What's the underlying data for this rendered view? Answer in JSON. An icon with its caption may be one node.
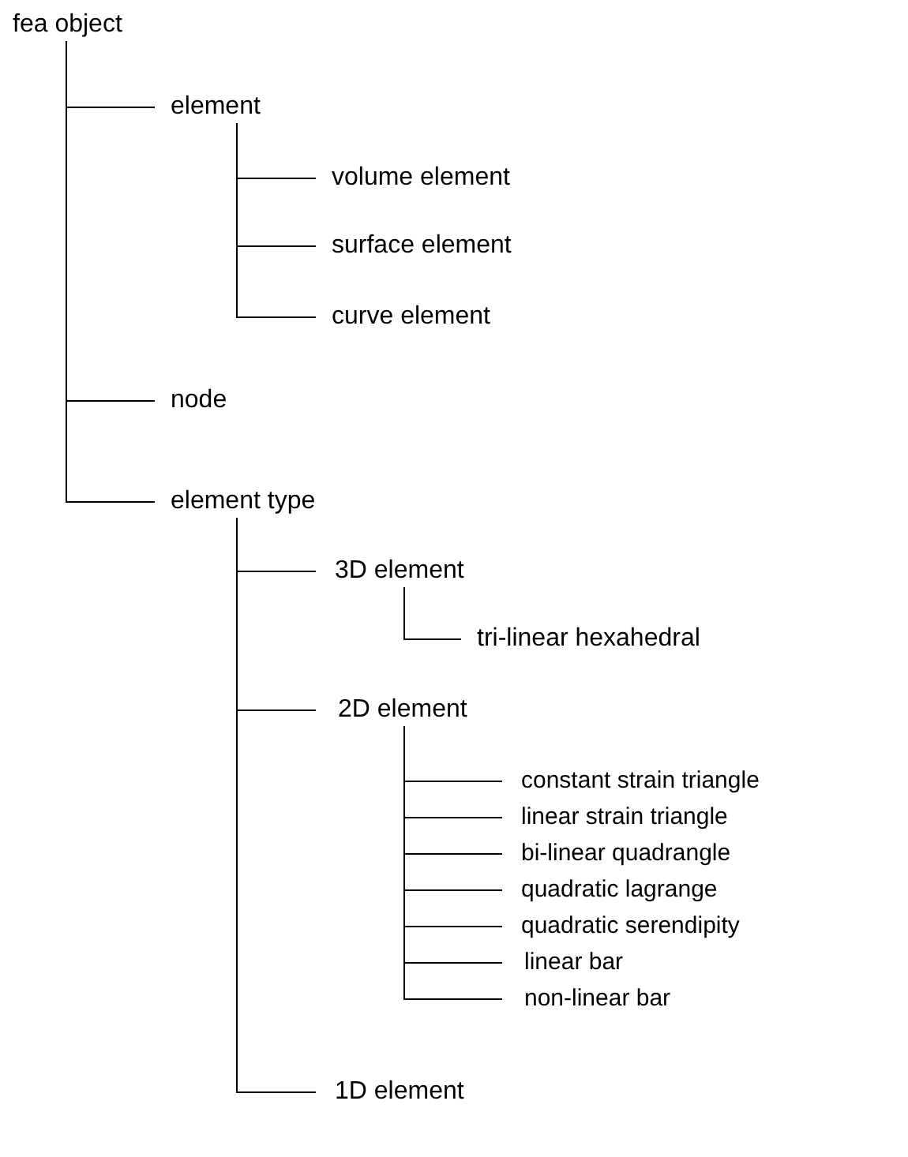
{
  "diagram": {
    "nodes": [
      {
        "text": [
          "fea object"
        ]
      },
      {
        "text": [
          "element"
        ]
      },
      {
        "text": [
          "volume element"
        ]
      },
      {
        "text": [
          "surface element"
        ]
      },
      {
        "text": [
          "curve element"
        ]
      },
      {
        "text": [
          "node"
        ]
      },
      {
        "text": [
          "element type"
        ]
      },
      {
        "text": [
          "3D element"
        ]
      },
      {
        "text": [
          "tri-linear hexahedral"
        ]
      },
      {
        "text": [
          "2D element"
        ]
      },
      {
        "text": [
          "constant strain triangle"
        ]
      },
      {
        "text": [
          "linear strain triangle"
        ]
      },
      {
        "text": [
          "bi-linear quadrangle"
        ]
      },
      {
        "text": [
          "quadratic lagrange"
        ]
      },
      {
        "text": [
          "quadratic serendipity"
        ]
      },
      {
        "text": [
          "linear bar"
        ]
      },
      {
        "text": [
          "non-linear bar"
        ]
      },
      {
        "text": [
          "1D element"
        ]
      }
    ],
    "edges": [
      {
        "from": 0,
        "to": 1,
        "arrow": "none"
      },
      {
        "from": 1,
        "to": 2,
        "arrow": "none"
      },
      {
        "from": 1,
        "to": 3,
        "arrow": "none"
      },
      {
        "from": 1,
        "to": 4,
        "arrow": "none"
      },
      {
        "from": 0,
        "to": 5,
        "arrow": "none"
      },
      {
        "from": 0,
        "to": 6,
        "arrow": "none"
      },
      {
        "from": 6,
        "to": 7,
        "arrow": "none"
      },
      {
        "from": 7,
        "to": 8,
        "arrow": "none"
      },
      {
        "from": 6,
        "to": 9,
        "arrow": "none"
      },
      {
        "from": 9,
        "to": 10,
        "arrow": "none"
      },
      {
        "from": 9,
        "to": 11,
        "arrow": "none"
      },
      {
        "from": 9,
        "to": 12,
        "arrow": "none"
      },
      {
        "from": 9,
        "to": 13,
        "arrow": "none"
      },
      {
        "from": 9,
        "to": 14,
        "arrow": "none"
      },
      {
        "from": 9,
        "to": 15,
        "arrow": "none"
      },
      {
        "from": 9,
        "to": 16,
        "arrow": "none"
      },
      {
        "from": 6,
        "to": 17,
        "arrow": "none"
      }
    ]
  }
}
